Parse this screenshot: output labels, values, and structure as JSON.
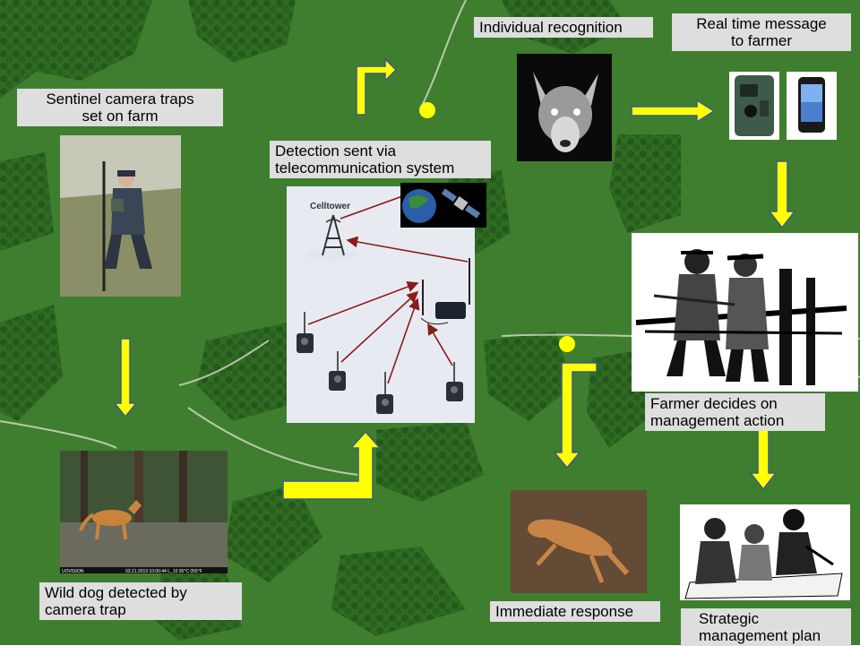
{
  "background": {
    "land_color": "#3f7e2e",
    "forest_color": "#2a5e1e",
    "road_color": "#d8dccc"
  },
  "labels": {
    "sentinel": "Sentinel camera traps\nset on farm",
    "detection_sent": "Detection sent via\ntelecommunication system",
    "individual_recognition": "Individual recognition",
    "real_time_message": "Real time message\nto farmer",
    "farmer_decides": "Farmer decides on\nmanagement action",
    "wild_dog_detected": "Wild dog detected by\ncamera trap",
    "immediate_response": "Immediate response",
    "strategic_plan": "Strategic\nmanagement plan"
  },
  "network": {
    "celltower_label": "Celltower"
  },
  "camera_stamp": {
    "brand": "UOVISION",
    "readout": "03.21.2013  10:00:44  L_10  05°C  055°F"
  },
  "icons": [
    "camera-trap-icon",
    "mobile-phone-icon",
    "celltower-icon",
    "satellite-icon",
    "earth-icon"
  ],
  "colors": {
    "arrow_yellow": "#ffff00",
    "arrow_outline": "#3a5a8c",
    "signal_arrow": "#8b1a1a",
    "label_bg": "#dedede"
  }
}
